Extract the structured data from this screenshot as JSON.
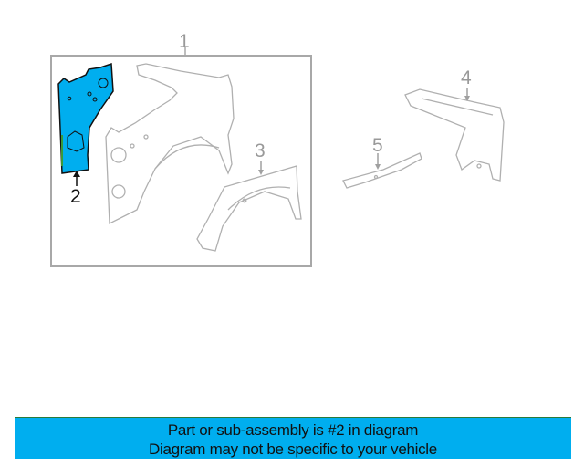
{
  "diagram": {
    "callouts": [
      {
        "number": "1",
        "part": "assembly-frame"
      },
      {
        "number": "2",
        "part": "highlighted-panel"
      },
      {
        "number": "3",
        "part": "wheelhouse-outer"
      },
      {
        "number": "4",
        "part": "rail-extension"
      },
      {
        "number": "5",
        "part": "reinforcement-bar"
      }
    ],
    "highlight_color": "#00aeef",
    "line_color": "#a8a8a8"
  },
  "banner": {
    "line1": "Part or sub-assembly is #2 in diagram",
    "line2": "Diagram may not be specific to your vehicle",
    "color": "#00aeef"
  }
}
